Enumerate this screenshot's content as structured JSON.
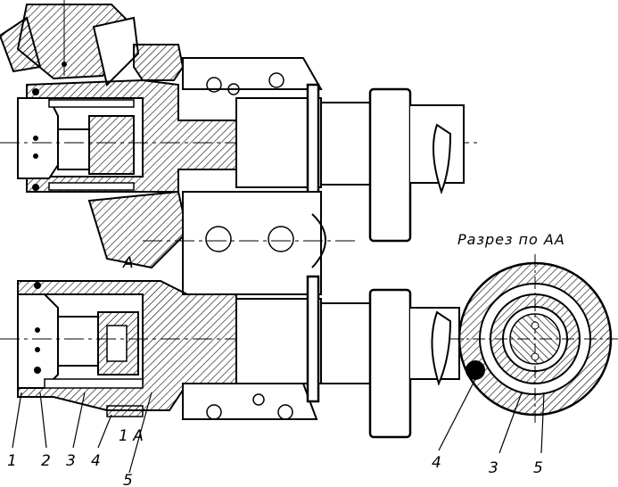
{
  "section_title": "Разрез по АА",
  "section_marker_top": "А",
  "section_marker_bottom": "1 А",
  "part_labels": {
    "l1": "1",
    "l2": "2",
    "l3": "3",
    "l4": "4",
    "l5": "5"
  },
  "section_labels": {
    "s4": "4",
    "s3": "3",
    "s5": "5"
  }
}
